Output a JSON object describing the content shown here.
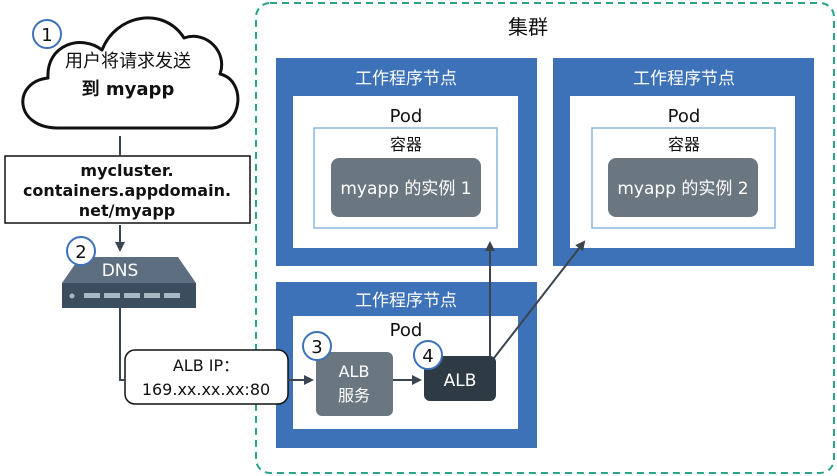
{
  "cluster": {
    "title": "集群"
  },
  "client": {
    "step": "1",
    "line1": "用户将请求发送",
    "line2": "到  myapp"
  },
  "url": {
    "line1": "mycluster.",
    "line2": "containers.appdomain.",
    "line3": "net/myapp"
  },
  "dns": {
    "step": "2",
    "label": "DNS"
  },
  "alb_ip": {
    "line1": "ALB IP：",
    "line2": "169.xx.xx.xx:80"
  },
  "worker_nodes": [
    {
      "title": "工作程序节点",
      "pod": "Pod",
      "container": "容器",
      "instance": "myapp 的实例  1"
    },
    {
      "title": "工作程序节点",
      "pod": "Pod",
      "container": "容器",
      "instance": "myapp 的实例  2"
    },
    {
      "title": "工作程序节点",
      "pod": "Pod"
    }
  ],
  "alb_service": {
    "step": "3",
    "line1": "ALB",
    "line2": "服务"
  },
  "alb": {
    "step": "4",
    "label": "ALB"
  },
  "colors": {
    "node_blue": "#3d72b8",
    "container_border": "#8ab8e0",
    "instance_gray": "#6b7780",
    "alb_dark": "#2e3b44",
    "cluster_border": "#2aa58a",
    "arrow": "#3a4550"
  }
}
